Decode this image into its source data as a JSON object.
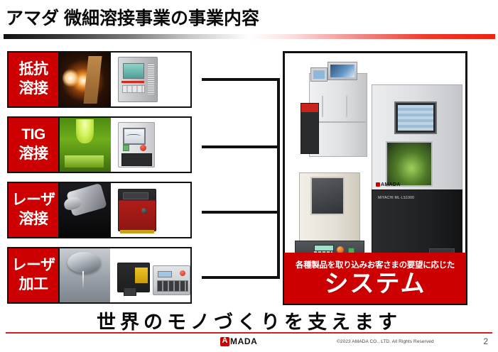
{
  "slide": {
    "title": "アマダ 微細溶接事業の事業内容",
    "tagline": "世界のモノづくりを支えます",
    "page_number": "2",
    "copyright": "©2023 AMADA CO., LTD. All Rights Reserved",
    "logo_text": "MADA",
    "accent_red": "#cc0000",
    "rule_gradient": "dark-gray-to-red"
  },
  "categories": [
    {
      "line1": "抵抗",
      "line2": "溶接",
      "photo_name": "resistance-welding-spark-photo",
      "machine_name": "resistance-welding-power-supply"
    },
    {
      "line1": "TIG",
      "line2": "溶接",
      "photo_name": "tig-welding-green-photo",
      "machine_name": "tig-welding-power-supply"
    },
    {
      "line1": "レーザ",
      "line2": "溶接",
      "photo_name": "laser-welding-head-photo",
      "machine_name": "laser-welder-unit"
    },
    {
      "line1": "レーザ",
      "line2": "加工",
      "photo_name": "laser-marking-lens-photo",
      "machine_name": "laser-scanner-and-source"
    }
  ],
  "system_panel": {
    "machine_logo": "AMADA",
    "machine_model": "MIYACHI\nML-LS1000",
    "caption_small": "各種製品を取り込みお客さまの要望に応じた",
    "caption_big": "システム"
  }
}
